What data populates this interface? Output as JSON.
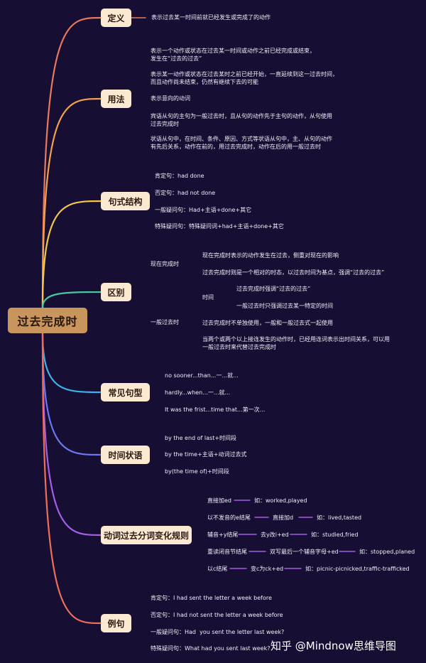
{
  "root": "过去完成时",
  "definition": {
    "title": "定义",
    "text": "表示过去某一时间前就已经发生或完成了的动作"
  },
  "usage": {
    "title": "用法",
    "items": [
      "表示一个动作或状态在过去某一时间或动作之前已经完成或结束，\n发生在“过去的过去”",
      "表示某一动作或状态在过去某时之前已经开始，一直延续到这一过去时间，\n而且动作尚未结束，仍然有继续下去的可能",
      "表示意向的动词",
      "宾语从句的主句为一般过去时，且从句的动作先于主句的动作，从句使用\n过去完成时",
      "状语从句中，在时间、条件、原因、方式等状语从句中，主、从句的动作\n有先后关系，动作在前的，用过去完成时，动作在后的用一般过去时"
    ]
  },
  "structure": {
    "title": "句式结构",
    "items": [
      "肯定句：had done",
      "否定句：had not done",
      "一般疑问句：Had+主语+done+其它",
      "特殊疑问句：特殊疑问词+had+主语+done+其它"
    ]
  },
  "difference": {
    "title": "区别",
    "present_perfect": {
      "label": "现在完成时",
      "items": [
        "现在完成时表示的动作发生在过去，侧重对现在的影响",
        "过去完成时则是一个相对的时态，以过去时间为基点，强调“过去的过去”"
      ]
    },
    "simple_past": {
      "label": "一般过去时",
      "time_label": "时间",
      "time_items": [
        "过去完成时强调“过去的过去”",
        "一般过去时只强调过去某一特定的时间"
      ],
      "items": [
        "过去完成时不单独使用，一般和一般过去式一起使用",
        "当两个或两个以上接连发生的动作时，已经用连词表示出时间关系，可以用\n一般过去时来代替过去完成时"
      ]
    }
  },
  "patterns": {
    "title": "常见句型",
    "items": [
      "no sooner...than...一...就...",
      "hardly...when...一...就...",
      "It was the frist...time that...第一次..."
    ]
  },
  "adverbials": {
    "title": "时间状语",
    "items": [
      "by the end of last+时间段",
      "by the time+主语+动词过去式",
      "by(the time of)+时间段"
    ]
  },
  "participle_rules": {
    "title": "动词过去分词变化规则",
    "rows": [
      [
        "直接加ed",
        "如：worked,played"
      ],
      [
        "以不发音的e结尾",
        "直接加d",
        "如：lived,tasted"
      ],
      [
        "辅音+y结尾",
        "去y改i+ed",
        "如：studied,fried"
      ],
      [
        "重读闭音节结尾",
        "双写最后一个辅音字母+ed",
        "如：stopped,planed"
      ],
      [
        "以c结尾",
        "变c为ck+ed",
        "如：picnic-picnicked,traffic-trafficked"
      ]
    ]
  },
  "examples": {
    "title": "例句",
    "items": [
      "肯定句：I had sent the letter a week before",
      "否定句：I had not sent the letter a week before",
      "一般疑问句：Had  you sent the letter last week?",
      "特殊疑问句：What had you sent last week?"
    ]
  },
  "watermark": "知乎 @Mindnow思维导图",
  "colors": {
    "background": "#170f33",
    "root_fill": "#c8955c",
    "node_fill": "#fbe9d2",
    "branch_definition": "#e8795f",
    "branch_usage": "#f0a24c",
    "branch_structure": "#f4c64a",
    "branch_difference": "#49c9a0",
    "branch_patterns": "#3db1ea",
    "branch_adverbials": "#6c78f2",
    "branch_rules": "#a45fe6",
    "branch_examples": "#ee6e5a"
  }
}
